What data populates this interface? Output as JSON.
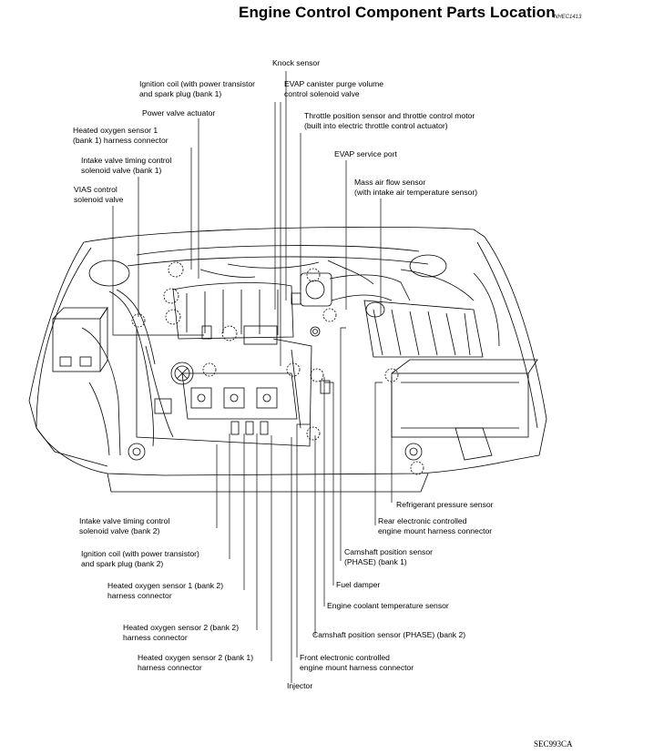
{
  "header": {
    "title": "Engine Control Component Parts Location",
    "code_top": "NHEC1413",
    "code_bottom": "SEC993CA"
  },
  "labels": {
    "knock_sensor": "Knock sensor",
    "ignition_coil_bank1": "Ignition coil (with power transistor\nand spark plug (bank 1)",
    "evap_canister_purge": "EVAP canister purge volume\ncontrol solenoid valve",
    "power_valve_actuator": "Power valve actuator",
    "throttle_position_sensor": "Throttle position sensor and throttle control motor\n(built into electric throttle control actuator)",
    "heated_o2_sensor1_bank1": "Heated oxygen sensor 1\n(bank 1) harness connector",
    "evap_service_port": "EVAP service port",
    "intake_valve_timing_bank1": "Intake valve timing control\nsolenoid valve (bank 1)",
    "mass_air_flow_sensor": "Mass air flow sensor\n(with intake air temperature sensor)",
    "vias_control": "VIAS control\nsolenoid valve",
    "refrigerant_pressure_sensor": "Refrigerant pressure sensor",
    "intake_valve_timing_bank2": "Intake valve timing control\nsolenoid valve (bank 2)",
    "rear_mount_connector": "Rear electronic controlled\nengine mount harness connector",
    "ignition_coil_bank2": "Ignition coil (with power transistor)\nand spark plug (bank 2)",
    "camshaft_sensor_bank1": "Camshaft position sensor\n(PHASE) (bank 1)",
    "heated_o2_sensor1_bank2": "Heated oxygen sensor 1 (bank 2)\nharness connector",
    "fuel_damper": "Fuel damper",
    "engine_coolant_temp": "Engine coolant temperature sensor",
    "heated_o2_sensor2_bank2": "Heated oxygen sensor 2 (bank 2)\nharness connector",
    "camshaft_sensor_bank2": "Camshaft position sensor (PHASE) (bank 2)",
    "heated_o2_sensor2_bank1": "Heated oxygen sensor 2 (bank 1)\nharness connector",
    "front_mount_connector": "Front electronic controlled\nengine mount harness connector",
    "injector": "Injector"
  }
}
